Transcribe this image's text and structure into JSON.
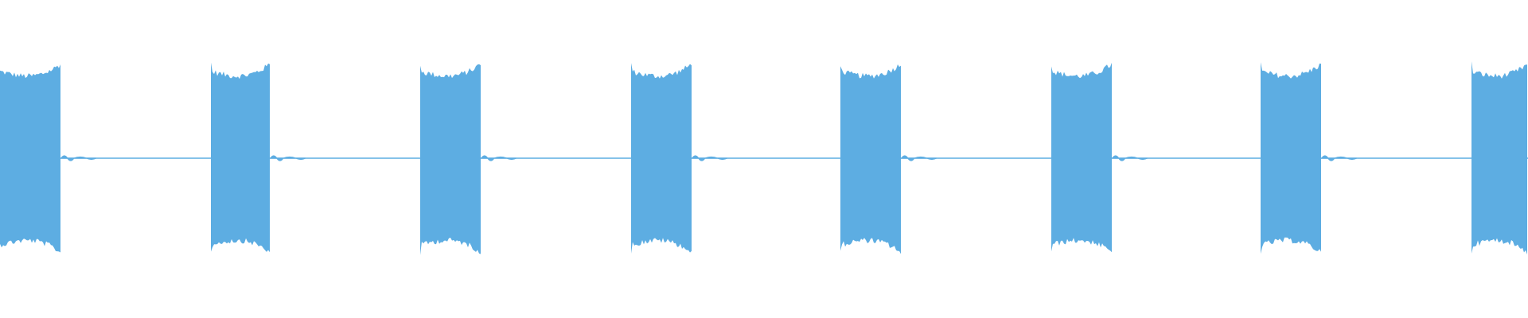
{
  "waveform": {
    "color": "#5dade2",
    "background": "#ffffff",
    "bursts": [
      {
        "index": 1,
        "start": 0.0,
        "end": 0.04
      },
      {
        "index": 2,
        "start": 0.138,
        "end": 0.177
      },
      {
        "index": 3,
        "start": 0.275,
        "end": 0.315
      },
      {
        "index": 4,
        "start": 0.413,
        "end": 0.453
      },
      {
        "index": 5,
        "start": 0.55,
        "end": 0.59
      },
      {
        "index": 6,
        "start": 0.688,
        "end": 0.728
      },
      {
        "index": 7,
        "start": 0.825,
        "end": 0.865
      },
      {
        "index": 8,
        "start": 0.963,
        "end": 1.0
      }
    ],
    "burst_amplitude": 0.62,
    "silence_amplitude": 0.005
  }
}
